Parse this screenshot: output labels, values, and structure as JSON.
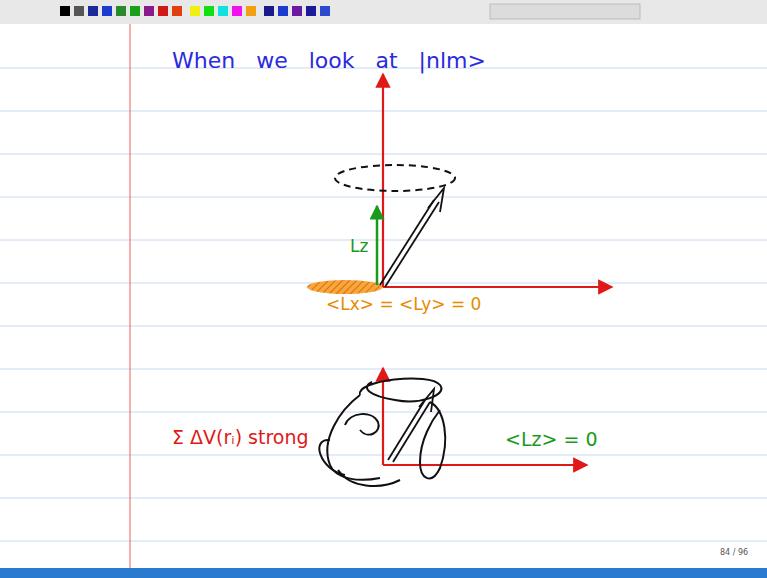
{
  "diagram": {
    "title": "When we look at |nlm>",
    "labels": [
      "Lz",
      "<Lx> = <Ly> = 0",
      "Σ ΔV(rᵢ) strong",
      "<Lz> = 0",
      "84 / 96"
    ]
  }
}
